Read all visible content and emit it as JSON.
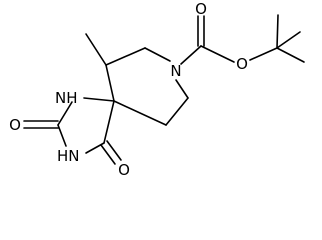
{
  "molecule": {
    "atom_labels": {
      "nh_top": "NH",
      "nh_bottom": "HN",
      "o_carbonyl_top": "O",
      "o_carbonyl_bottom": "O",
      "n_ring": "N",
      "o_carbonyl_carbamate": "O",
      "o_ester": "O"
    }
  }
}
